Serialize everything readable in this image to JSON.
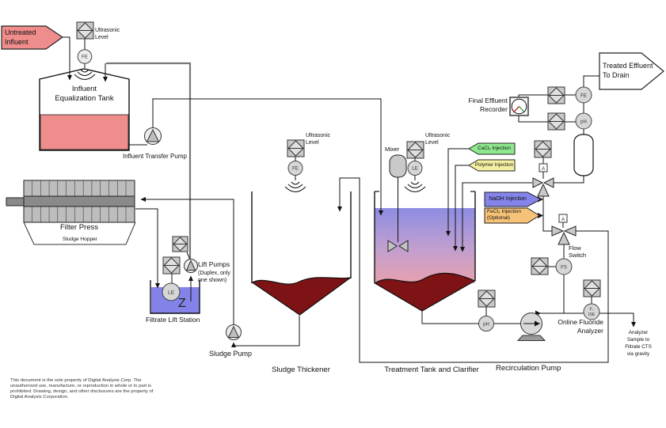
{
  "banners": {
    "untreated": {
      "line1": "Untreated",
      "line2": "Influent",
      "color": "#ef8c8c"
    },
    "treated": {
      "line1": "Treated Effluent",
      "line2": "To Drain",
      "color": "#ffffff"
    },
    "cacl2": {
      "label": "CaCl₂ Injection",
      "color": "#8fe88f"
    },
    "polymer": {
      "label": "Polymer Injection",
      "color": "#f4f0a2"
    },
    "naoh": {
      "label": "NaOH Injection",
      "color": "#8484ea"
    },
    "fecl3": {
      "line1": "FeCl₃ Injection",
      "line2": "(Optional)",
      "color": "#f6c277"
    }
  },
  "labels": {
    "eq_tank_line1": "Influent",
    "eq_tank_line2": "Equalization Tank",
    "influent_pump": "Influent Transfer Pump",
    "filter_press": "Filter Press",
    "sludge_hopper": "Sludge Hopper",
    "lift_pumps_line1": "Lift Pumps",
    "lift_pumps_line2": "(Duplex, only",
    "lift_pumps_line3": "one shown)",
    "filtrate_lift_station": "Filtrate Lift Station",
    "sludge_pump": "Sludge Pump",
    "sludge_thickener": "Sludge Thickener",
    "treatment_tank": "Treatment Tank and Clarifier",
    "recirculation_pump": "Recirculation Pump",
    "mixer": "Mixer",
    "ultrasonic_line1": "Ultrasonic",
    "ultrasonic_line2": "Level",
    "flow_switch_line1": "Flow",
    "flow_switch_line2": "Switch",
    "fluoride_line1": "Online Fluoride",
    "fluoride_line2": "Analyzer",
    "recorder_line1": "Final Effluent",
    "recorder_line2": "Recorder",
    "sample_line1": "Analyzer",
    "sample_line2": "Sample to",
    "sample_line3": "Filtrate CTS",
    "sample_line4": "via gravity",
    "z_symbol": "Z"
  },
  "instruments": {
    "fe": "FE",
    "le": "LE",
    "ph": "pH",
    "fs": "FS",
    "f": "F-",
    "ise": "ISE",
    "a": "A"
  },
  "colors": {
    "eq_liquid": "#ef8c8c",
    "lift_liquid": "#8282e8",
    "sludge": "#7d1315",
    "gradient_top": "#8d8de2",
    "gradient_mid": "#bf9fd0",
    "gradient_bottom": "#e7a0ae"
  },
  "disclaimer": [
    "This document is the sole property of Digital Analysis Corp. The",
    "unauthorized use, manufacture, or reproduction in whole or in part is",
    "prohibited. Drawing, design, and other disclosures are the property of",
    "Digital Analysis Corporation."
  ]
}
